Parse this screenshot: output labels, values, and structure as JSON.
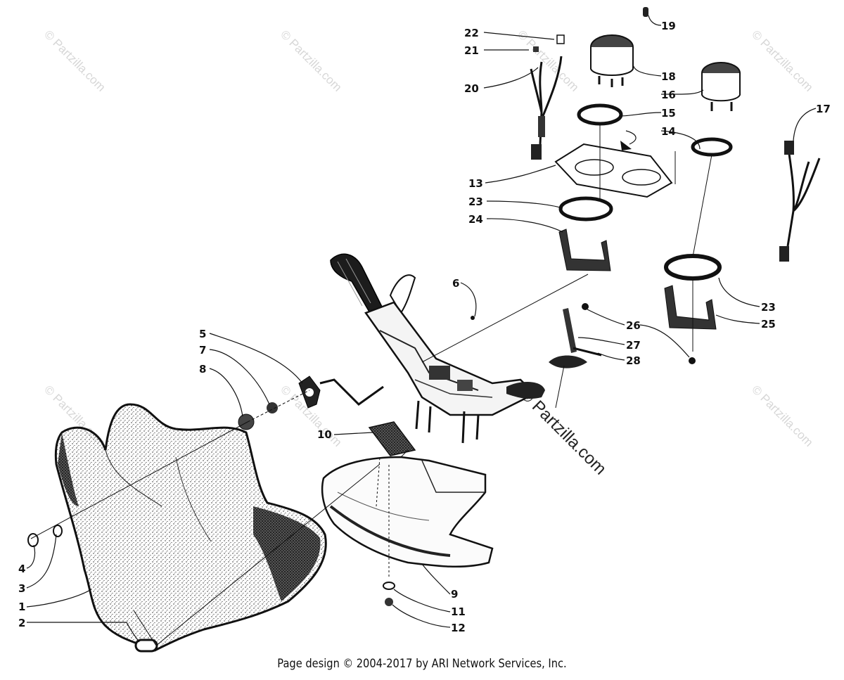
{
  "watermark": "© Partzilla.com",
  "footer": "Page design © 2004-2017 by ARI Network Services, Inc.",
  "callouts": [
    {
      "id": "1",
      "label": "1"
    },
    {
      "id": "2",
      "label": "2"
    },
    {
      "id": "3",
      "label": "3"
    },
    {
      "id": "4",
      "label": "4"
    },
    {
      "id": "5",
      "label": "5"
    },
    {
      "id": "6",
      "label": "6"
    },
    {
      "id": "7",
      "label": "7"
    },
    {
      "id": "8",
      "label": "8"
    },
    {
      "id": "9",
      "label": "9"
    },
    {
      "id": "10",
      "label": "10"
    },
    {
      "id": "11",
      "label": "11"
    },
    {
      "id": "12",
      "label": "12"
    },
    {
      "id": "13",
      "label": "13"
    },
    {
      "id": "14",
      "label": "14"
    },
    {
      "id": "15",
      "label": "15"
    },
    {
      "id": "16",
      "label": "16"
    },
    {
      "id": "17",
      "label": "17"
    },
    {
      "id": "18",
      "label": "18"
    },
    {
      "id": "19",
      "label": "19"
    },
    {
      "id": "20",
      "label": "20"
    },
    {
      "id": "21",
      "label": "21"
    },
    {
      "id": "22",
      "label": "22"
    },
    {
      "id": "23a",
      "label": "23"
    },
    {
      "id": "23b",
      "label": "23"
    },
    {
      "id": "24",
      "label": "24"
    },
    {
      "id": "25",
      "label": "25"
    },
    {
      "id": "26",
      "label": "26"
    },
    {
      "id": "27",
      "label": "27"
    },
    {
      "id": "28",
      "label": "28"
    }
  ]
}
